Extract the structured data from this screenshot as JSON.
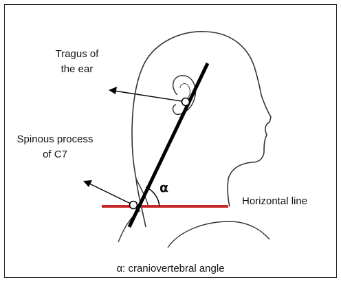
{
  "labels": {
    "tragus_line1": "Tragus of",
    "tragus_line2": "the ear",
    "c7_line1": "Spinous process",
    "c7_line2": "of C7",
    "horizontal": "Horizontal line",
    "alpha": "α",
    "caption": "α: craniovertebral angle"
  },
  "colors": {
    "outline": "#333333",
    "axis_line": "#000000",
    "horizontal_line": "#c62828",
    "frame": "#222222"
  }
}
